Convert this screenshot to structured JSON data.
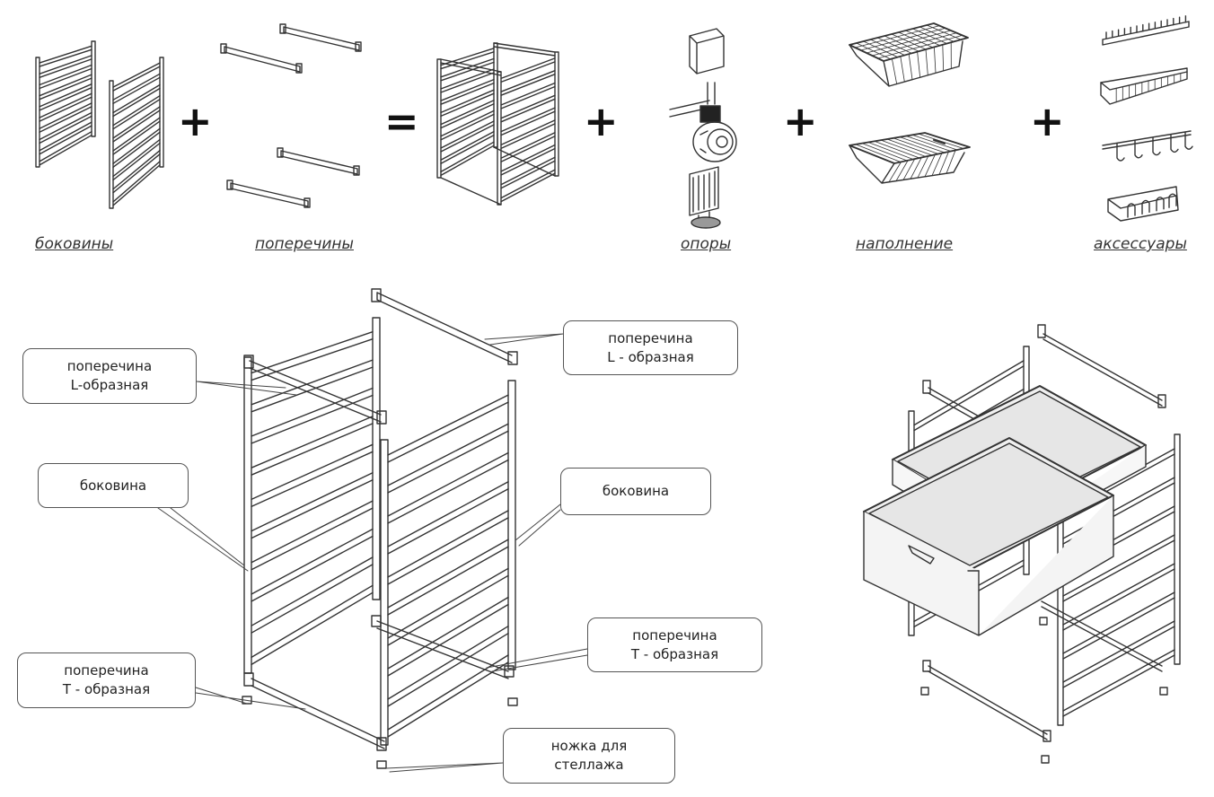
{
  "top_row": {
    "captions": {
      "sides": "боковины",
      "crossbars": "поперечины",
      "supports": "опоры",
      "filling": "наполнение",
      "accessories": "аксессуары"
    },
    "symbols": {
      "plus": "+",
      "equals": "="
    }
  },
  "callouts": {
    "crossbar_l_right": [
      "поперечина",
      "L - образная"
    ],
    "crossbar_l_left": [
      "поперечина",
      "L-образная"
    ],
    "side_left": [
      "боковина"
    ],
    "side_right": [
      "боковина"
    ],
    "crossbar_t_right": [
      "поперечина",
      "T - образная"
    ],
    "crossbar_t_left": [
      "поперечина",
      "T - образная"
    ],
    "rack_foot": [
      "ножка для",
      "стеллажа"
    ]
  }
}
